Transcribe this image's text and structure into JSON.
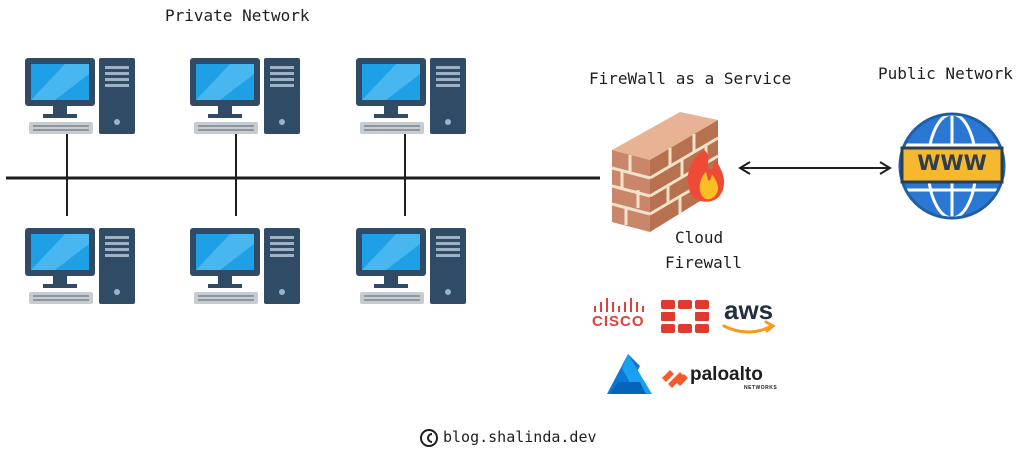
{
  "labels": {
    "private_network": "Private Network",
    "firewall_service": "FireWall as a Service",
    "public_network": "Public Network",
    "cloud_firewall_line1": "Cloud",
    "cloud_firewall_line2": "Firewall",
    "www": "WWW",
    "credit": "blog.shalinda.dev"
  },
  "vendors": {
    "cisco": "CISCO",
    "aws": "aws",
    "paloalto": "paloalto",
    "paloalto_sub": "NETWORKS"
  },
  "colors": {
    "monitor": "#2f4b66",
    "screen": "#1ea0e6",
    "brick": "#c9866a",
    "mortar": "#f2e2c9",
    "flame": "#ef4a36",
    "globe": "#2b78d4",
    "banner": "#f5b82e",
    "cisco": "#e0403a",
    "fortinet": "#e03a2f",
    "azure": "#0a78d4",
    "paloalto": "#fa582d"
  }
}
